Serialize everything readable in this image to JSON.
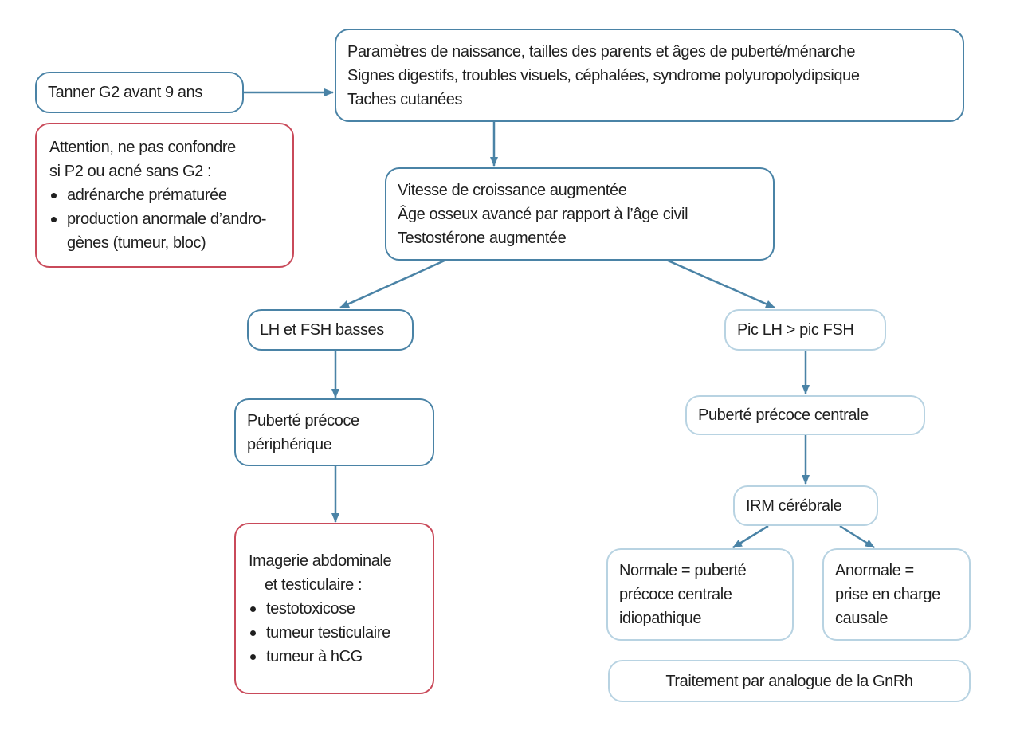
{
  "colors": {
    "dark_border": "#4a83a6",
    "light_border": "#b8d3e2",
    "red_border": "#c94a5a",
    "arrow": "#4a83a6"
  },
  "nodes": {
    "tanner": {
      "text": "Tanner G2 avant 9 ans"
    },
    "warning": {
      "lines": [
        "Attention, ne pas confondre",
        "si P2 ou acné sans G2 :"
      ],
      "bullets": [
        "adrénarche prématurée",
        "production anormale d’andro-",
        "gènes (tumeur, bloc)"
      ]
    },
    "history": {
      "lines": [
        "Paramètres de naissance, tailles des parents et âges de puberté/ménarche",
        "Signes digestifs, troubles visuels, céphalées, syndrome polyuropolydipsique",
        "Taches cutanées"
      ]
    },
    "growth": {
      "lines": [
        "Vitesse de croissance augmentée",
        "Âge osseux avancé par rapport à l’âge civil",
        "Testostérone augmentée"
      ]
    },
    "lh_low": {
      "text": "LH et FSH basses"
    },
    "lh_peak": {
      "text": "Pic LH > pic FSH"
    },
    "peripheral": {
      "lines": [
        "Puberté précoce",
        "périphérique"
      ]
    },
    "central": {
      "text": "Puberté précoce centrale"
    },
    "imaging": {
      "lines": [
        "Imagerie abdominale",
        "et testiculaire :"
      ],
      "bullets": [
        "testotoxicose",
        "tumeur testiculaire",
        "tumeur à hCG"
      ]
    },
    "mri": {
      "text": "IRM cérébrale"
    },
    "normal": {
      "lines": [
        "Normale = puberté",
        "précoce centrale",
        "idiopathique"
      ]
    },
    "abnormal": {
      "lines": [
        "Anormale =",
        "prise en charge",
        "causale"
      ]
    },
    "treatment": {
      "text": "Traitement par analogue de la GnRh"
    }
  }
}
